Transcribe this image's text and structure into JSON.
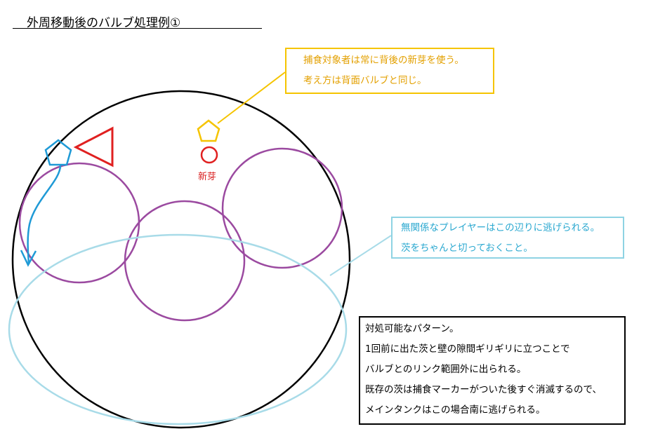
{
  "title": "外周移動後のバルブ処理例①",
  "labels": {
    "sprout": "新芽"
  },
  "notes": {
    "yellow": [
      "捕食対象者は常に背後の新芽を使う。",
      "考え方は背面バルブと同じ。"
    ],
    "cyan": [
      "無関係なプレイヤーはこの辺りに逃げられる。",
      "茨をちゃんと切っておくこと。"
    ],
    "black": [
      "対処可能なパターン。",
      "1回前に出た茨と壁の隙間ギリギリに立つことで",
      "バルブとのリンク範囲外に出られる。",
      "既存の茨は捕食マーカーがついた後すぐ消滅するので、",
      "メインタンクはこの場合南に逃げられる。"
    ]
  },
  "colors": {
    "arena": "#000000",
    "bramble": "#9b4aa0",
    "safe_zone": "#a8dbe8",
    "pred_marker": "#f5c400",
    "tank_marker": "#1f9ad6",
    "enemy_marker": "#e02020",
    "sprout": "#e02020"
  },
  "icons": {
    "predation_target": "pentagon-icon",
    "main_tank": "pentagon-icon",
    "enemy": "triangle-icon",
    "sprout": "circle-icon",
    "movement": "arrow-down-icon"
  }
}
